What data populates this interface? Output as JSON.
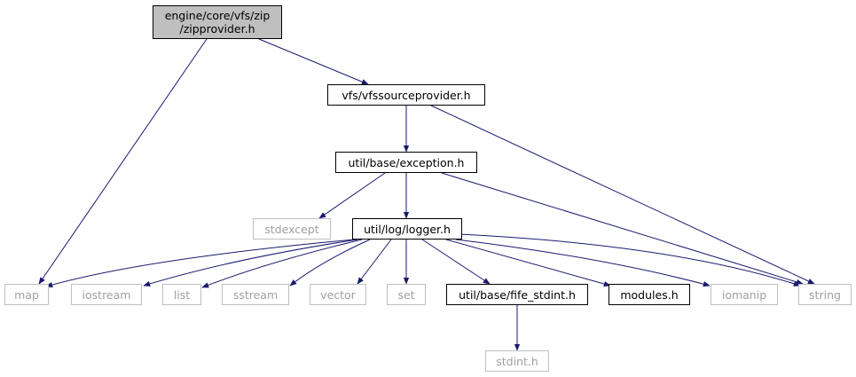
{
  "colors": {
    "edge": "#191970",
    "focus_fill": "#bfbfbf",
    "node_border": "#000000",
    "ext_border": "#bfbfbf",
    "ext_text": "#a0a0a0"
  },
  "nodes": [
    {
      "id": "zipprovider",
      "label_lines": [
        "engine/core/vfs/zip",
        "/zipprovider.h"
      ],
      "kind": "focus"
    },
    {
      "id": "vfssourceprovider",
      "label_lines": [
        "vfs/vfssourceprovider.h"
      ],
      "kind": "doc"
    },
    {
      "id": "exception",
      "label_lines": [
        "util/base/exception.h"
      ],
      "kind": "doc"
    },
    {
      "id": "stdexcept",
      "label_lines": [
        "stdexcept"
      ],
      "kind": "ext"
    },
    {
      "id": "logger",
      "label_lines": [
        "util/log/logger.h"
      ],
      "kind": "doc"
    },
    {
      "id": "map",
      "label_lines": [
        "map"
      ],
      "kind": "ext"
    },
    {
      "id": "iostream",
      "label_lines": [
        "iostream"
      ],
      "kind": "ext"
    },
    {
      "id": "list",
      "label_lines": [
        "list"
      ],
      "kind": "ext"
    },
    {
      "id": "sstream",
      "label_lines": [
        "sstream"
      ],
      "kind": "ext"
    },
    {
      "id": "vector",
      "label_lines": [
        "vector"
      ],
      "kind": "ext"
    },
    {
      "id": "set",
      "label_lines": [
        "set"
      ],
      "kind": "ext"
    },
    {
      "id": "fife_stdint",
      "label_lines": [
        "util/base/fife_stdint.h"
      ],
      "kind": "doc"
    },
    {
      "id": "modules",
      "label_lines": [
        "modules.h"
      ],
      "kind": "doc"
    },
    {
      "id": "iomanip",
      "label_lines": [
        "iomanip"
      ],
      "kind": "ext"
    },
    {
      "id": "string",
      "label_lines": [
        "string"
      ],
      "kind": "ext"
    },
    {
      "id": "stdint",
      "label_lines": [
        "stdint.h"
      ],
      "kind": "ext"
    }
  ],
  "edges": [
    {
      "from": "zipprovider",
      "to": "map"
    },
    {
      "from": "zipprovider",
      "to": "vfssourceprovider"
    },
    {
      "from": "vfssourceprovider",
      "to": "exception"
    },
    {
      "from": "vfssourceprovider",
      "to": "string"
    },
    {
      "from": "exception",
      "to": "stdexcept"
    },
    {
      "from": "exception",
      "to": "logger"
    },
    {
      "from": "exception",
      "to": "string"
    },
    {
      "from": "logger",
      "to": "map"
    },
    {
      "from": "logger",
      "to": "iostream"
    },
    {
      "from": "logger",
      "to": "list"
    },
    {
      "from": "logger",
      "to": "sstream"
    },
    {
      "from": "logger",
      "to": "vector"
    },
    {
      "from": "logger",
      "to": "set"
    },
    {
      "from": "logger",
      "to": "fife_stdint"
    },
    {
      "from": "logger",
      "to": "modules"
    },
    {
      "from": "logger",
      "to": "iomanip"
    },
    {
      "from": "logger",
      "to": "string"
    },
    {
      "from": "fife_stdint",
      "to": "stdint"
    }
  ]
}
